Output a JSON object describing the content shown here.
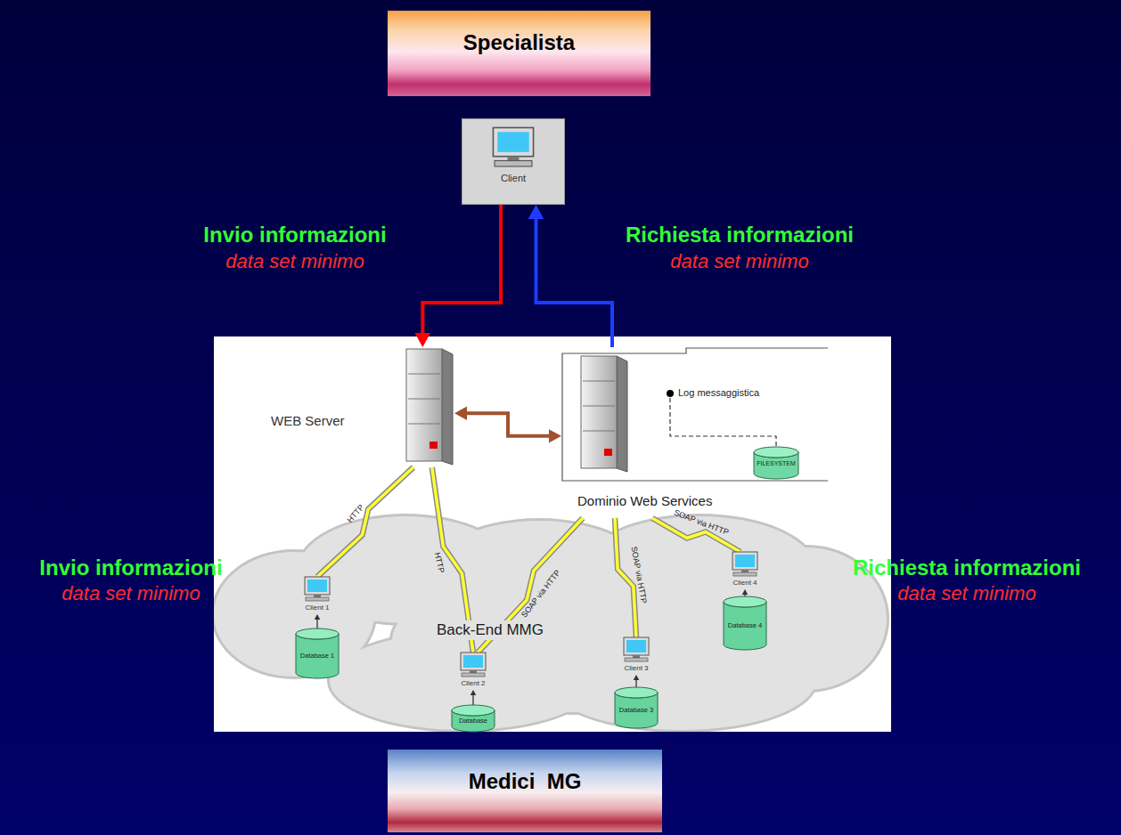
{
  "diagram": {
    "nodes": [
      {
        "text": [
          "Specialista"
        ]
      },
      {
        "text": [
          "Client"
        ]
      },
      {
        "text": [
          "WEB Server"
        ]
      },
      {
        "text": [
          "Log messaggistica",
          "FILESYSTEM",
          "Dominio Web Services"
        ]
      },
      {
        "text": [
          "Client 1"
        ]
      },
      {
        "text": [
          "Database 1"
        ]
      },
      {
        "text": [
          "Client 2"
        ]
      },
      {
        "text": [
          "Database"
        ]
      },
      {
        "text": [
          "Client 3"
        ]
      },
      {
        "text": [
          "Database 3"
        ]
      },
      {
        "text": [
          "Client 4"
        ]
      },
      {
        "text": [
          "Database 4"
        ]
      },
      {
        "text": [
          "Medici  MG"
        ]
      }
    ],
    "edges": [
      {
        "from": 1,
        "to": 2,
        "arrow": "to"
      },
      {
        "from": 3,
        "to": 1,
        "arrow": "to"
      },
      {
        "from": 2,
        "to": 3,
        "arrow": "both"
      },
      {
        "from": 2,
        "to": 4,
        "arrow": "none",
        "label": "HTTP"
      },
      {
        "from": 2,
        "to": 6,
        "arrow": "none",
        "label": "HTTP"
      },
      {
        "from": 3,
        "to": 6,
        "arrow": "none",
        "label": "SOAP via HTTP"
      },
      {
        "from": 3,
        "to": 8,
        "arrow": "none",
        "label": "SOAP via HTTP"
      },
      {
        "from": 3,
        "to": 10,
        "arrow": "none",
        "label": "SOAP via HTTP"
      },
      {
        "from": 5,
        "to": 4,
        "arrow": "to"
      },
      {
        "from": 7,
        "to": 6,
        "arrow": "to"
      },
      {
        "from": 9,
        "to": 8,
        "arrow": "to"
      },
      {
        "from": 11,
        "to": 10,
        "arrow": "to"
      }
    ],
    "labels": [
      "Invio informazioni",
      "data set minimo",
      "Richiesta informazioni",
      "data set minimo",
      "Invio informazioni",
      "data set minimo",
      "Back-End MMG",
      "Richiesta informazioni",
      "data set minimo"
    ]
  }
}
